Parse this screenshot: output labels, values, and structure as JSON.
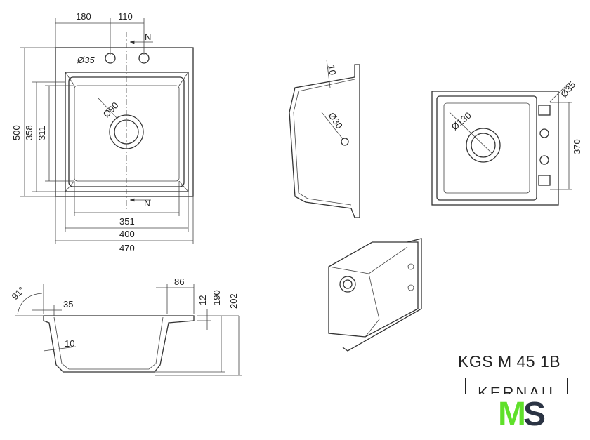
{
  "top_view": {
    "dim_180": "180",
    "dim_110": "110",
    "north_top": "N",
    "tap_hole": "Ø35",
    "drain": "Ø90",
    "dim_500": "500",
    "dim_358": "358",
    "dim_311": "311",
    "north_bottom": "N",
    "dim_351": "351",
    "dim_400": "400",
    "dim_470": "470"
  },
  "side_view": {
    "wall": "10",
    "overflow": "Ø30"
  },
  "bottom_view": {
    "drain": "Ø130",
    "tap_hole": "Ø35",
    "dim_370": "370"
  },
  "section_view": {
    "angle": "91°",
    "dim_35": "35",
    "dim_86": "86",
    "dim_12": "12",
    "dim_190": "190",
    "dim_202": "202",
    "wall": "10"
  },
  "model": "KGS M 45 1B",
  "brand": "KERNAU",
  "logo": {
    "m": "M",
    "s": "S",
    "colors": {
      "m": "#5fe02a",
      "s": "#2b3444"
    }
  }
}
